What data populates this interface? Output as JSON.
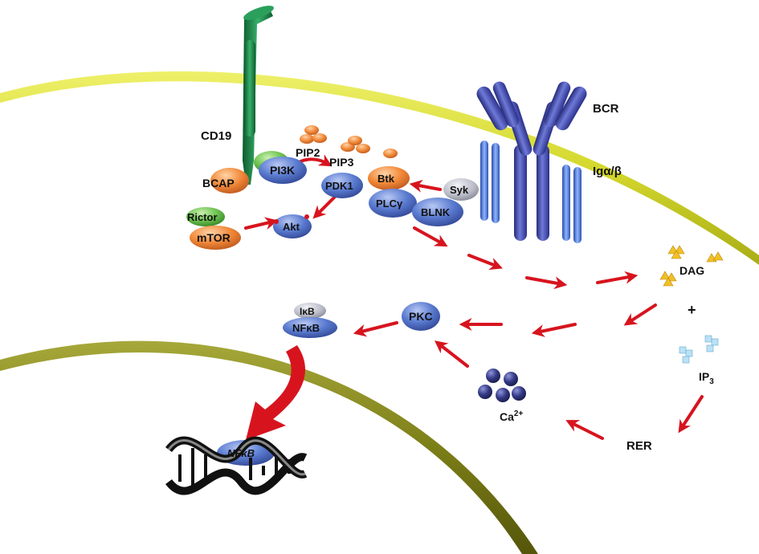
{
  "labels": {
    "cd19": "CD19",
    "bcr": "BCR",
    "ig_ab": "Igα/β",
    "bcap": "BCAP",
    "pi3k": "PI3K",
    "pip2": "PIP2",
    "pip3": "PIP3",
    "pdk1": "PDK1",
    "btk": "Btk",
    "syk": "Syk",
    "plcg": "PLCγ",
    "blnk": "BLNK",
    "rictor": "Rictor",
    "mtor": "mTOR",
    "akt": "Akt",
    "dag": "DAG",
    "plus": "+",
    "ip3_base": "IP",
    "ip3_sub": "3",
    "pkc": "PKC",
    "ikb": "IκB",
    "nfkb": "NFκB",
    "ca_base": "Ca",
    "ca_sup": "2+",
    "rer": "RER",
    "nfkb_dna": "NFκB"
  },
  "colors": {
    "membrane": "#d9dc3a",
    "nucleus": "#8a8a1c",
    "arrow": "#d7141e",
    "blue_protein": "#4d6ec4",
    "green_protein": "#5fb84a",
    "orange_protein": "#f08a3e",
    "gray_protein": "#b9bcc7",
    "receptor": "#3f47a8",
    "cd19": "#1f8a4c",
    "ca": "#2a2f6e",
    "dag": "#f2c024",
    "ip3": "#a9d7ef"
  },
  "icons": [
    "double-helix-dna-icon",
    "calcium-ion-cluster-icon",
    "dag-molecule-icon",
    "ip3-molecule-icon",
    "phospholipid-icon"
  ]
}
